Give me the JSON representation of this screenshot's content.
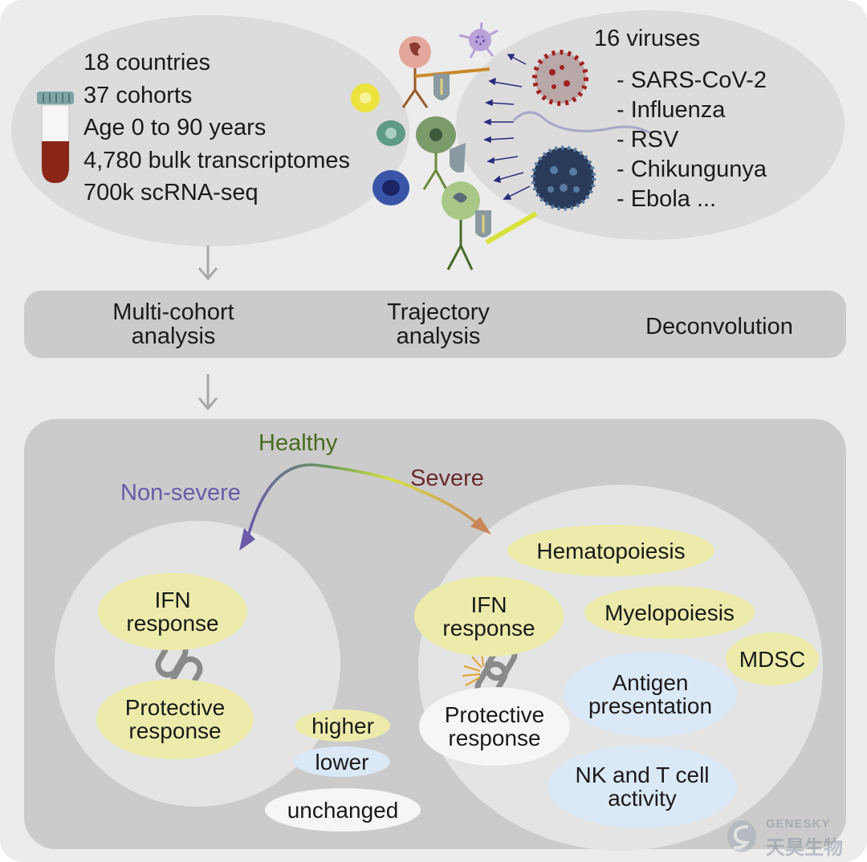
{
  "study_stats": {
    "countries": "18 countries",
    "cohorts": "37 cohorts",
    "age": "Age 0 to 90 years",
    "bulk": "4,780 bulk transcriptomes",
    "scrna": "700k scRNA-seq"
  },
  "viruses": {
    "title": "16 viruses",
    "items": [
      "- SARS-CoV-2",
      "- Influenza",
      "- RSV",
      "- Chikungunya",
      "- Ebola ..."
    ]
  },
  "methods": {
    "multi_line1": "Multi-cohort",
    "multi_line2": "analysis",
    "traj_line1": "Trajectory",
    "traj_line2": "analysis",
    "deconv": "Deconvolution"
  },
  "trajectory": {
    "healthy": "Healthy",
    "non_severe": "Non-severe",
    "severe": "Severe"
  },
  "non_severe_circle": {
    "ifn_line1": "IFN",
    "ifn_line2": "response",
    "prot_line1": "Protective",
    "prot_line2": "response"
  },
  "legend": {
    "higher": "higher",
    "lower": "lower",
    "unchanged": "unchanged"
  },
  "severe_circle": {
    "hematopoiesis": "Hematopoiesis",
    "ifn_line1": "IFN",
    "ifn_line2": "response",
    "myelopoiesis": "Myelopoiesis",
    "mdsc": "MDSC",
    "antigen_line1": "Antigen",
    "antigen_line2": "presentation",
    "prot_line1": "Protective",
    "prot_line2": "response",
    "nk_line1": "NK and T cell",
    "nk_line2": "activity"
  },
  "watermark": {
    "brand_en": "GENESKY",
    "brand_cn": "天昊生物"
  },
  "colors": {
    "higher": "#ecebab",
    "lower": "#dbe8f5",
    "unchanged": "#f6f6f6",
    "healthy_text": "#4a6a1e",
    "non_severe_text": "#6a5aa8",
    "severe_text": "#6a2a30"
  }
}
